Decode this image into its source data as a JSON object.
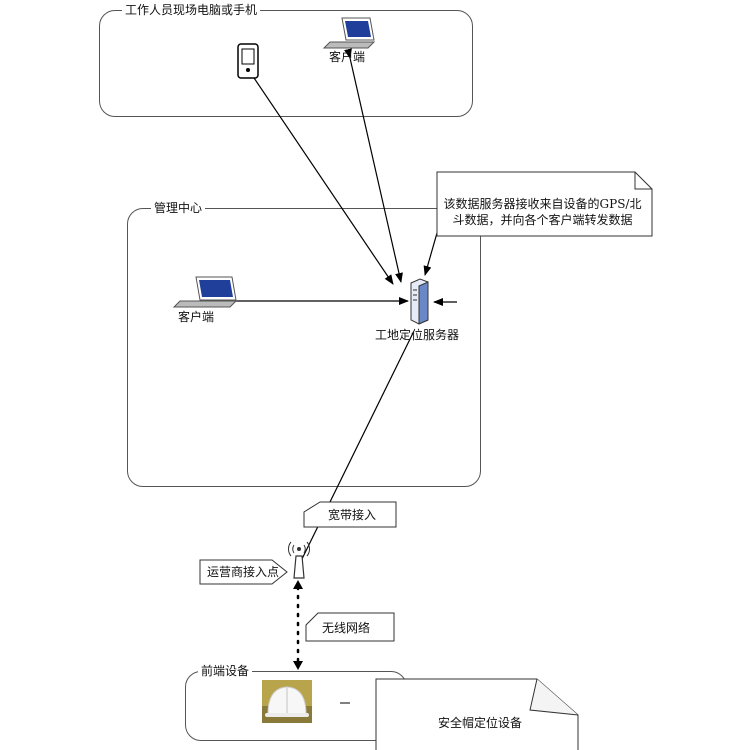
{
  "groups": {
    "field": {
      "title": "工作人员现场电脑或手机"
    },
    "center": {
      "title": "管理中心"
    },
    "frontend": {
      "title": "前端设备"
    }
  },
  "nodes": {
    "field_client": "客户端",
    "center_client": "客户端",
    "server": "工地定位服务器",
    "operator": "运营商接入点",
    "helmet": "安全帽定位设备"
  },
  "notes": {
    "server_note": "该数据服务器接收来自设备的GPS/北斗数据，并向各个客户端转发数据",
    "broadband": "宽带接入",
    "wireless": "无线网络"
  },
  "icons": {
    "phone": "mobile-phone-icon",
    "laptop": "laptop-icon",
    "server": "server-tower-icon",
    "antenna": "wireless-antenna-icon",
    "helmet": "safety-helmet-photo"
  },
  "colors": {
    "laptop_screen": "#1f3f9a",
    "helmet_bg": "#b8a44a",
    "server_blue": "#6a88c8"
  }
}
